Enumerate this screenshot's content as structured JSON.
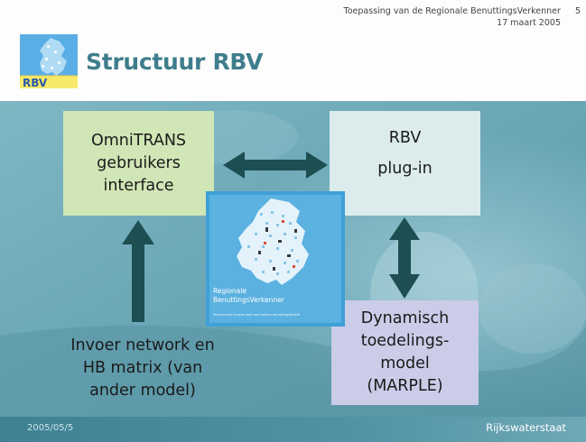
{
  "header": {
    "title": "Structuur RBV",
    "meta_line1": "Toepassing van de Regionale BenuttingsVerkenner",
    "page_number": "5",
    "meta_line2": "17 maart 2005",
    "logo_text": "RBV"
  },
  "diagram": {
    "box_omnitrans": {
      "lines": [
        "OmniTRANS",
        "gebruikers",
        "interface"
      ]
    },
    "box_rbv": {
      "lines": [
        "RBV",
        "plug-in"
      ]
    },
    "box_marple": {
      "lines": [
        "Dynamisch",
        "toedelings-",
        "model",
        "(MARPLE)"
      ]
    },
    "label_input": {
      "lines": [
        "Invoer network en",
        "HB matrix (van",
        "ander model)"
      ]
    }
  },
  "cover_image": {
    "line1": "Regionale",
    "line2": "BenuttingsVerkenner",
    "subtitle": "Verkenende keuzes voor een betere benuttingsbeleid"
  },
  "footer": {
    "date": "2005/05/5",
    "org": "Rijkswaterstaat"
  },
  "colors": {
    "title": "#3f7d8c",
    "background": "#6fa9b8",
    "omni_box": "#d1e6b6",
    "rbv_box": "#dcecec",
    "marple_box": "#cbcce8",
    "arrow": "#1d4e52",
    "cover": "#3fa0d8"
  }
}
